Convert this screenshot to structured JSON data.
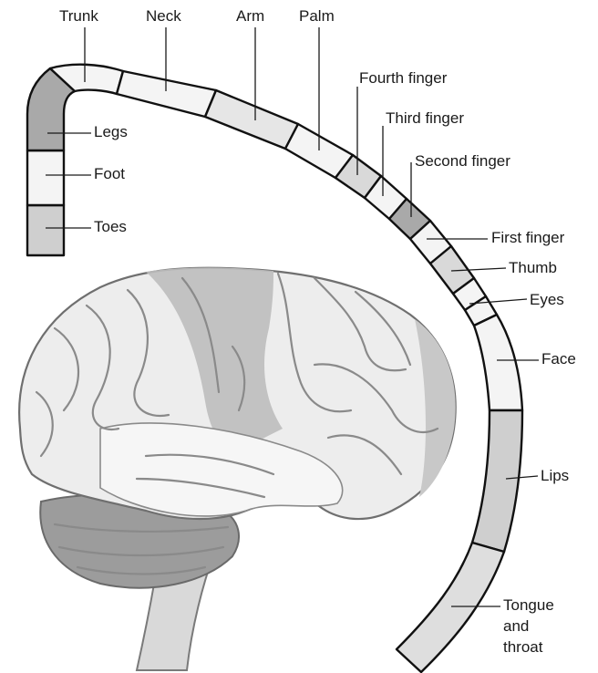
{
  "labels": {
    "trunk": "Trunk",
    "neck": "Neck",
    "arm": "Arm",
    "palm": "Palm",
    "fourth_finger": "Fourth finger",
    "third_finger": "Third finger",
    "second_finger": "Second finger",
    "first_finger": "First finger",
    "thumb": "Thumb",
    "eyes": "Eyes",
    "face": "Face",
    "lips": "Lips",
    "tongue_line1": "Tongue",
    "tongue_line2": "and",
    "tongue_line3": "throat",
    "legs": "Legs",
    "foot": "Foot",
    "toes": "Toes"
  },
  "colors": {
    "segment_light": "#f4f4f4",
    "segment_shaded": "#cfcfcf",
    "segment_dark": "#a9a9a9",
    "outline": "#111111",
    "brain_fill": "#ededed",
    "motor_strip": "#bdbdbd",
    "cerebellum": "#9c9c9c",
    "brainstem": "#d9d9d9"
  }
}
